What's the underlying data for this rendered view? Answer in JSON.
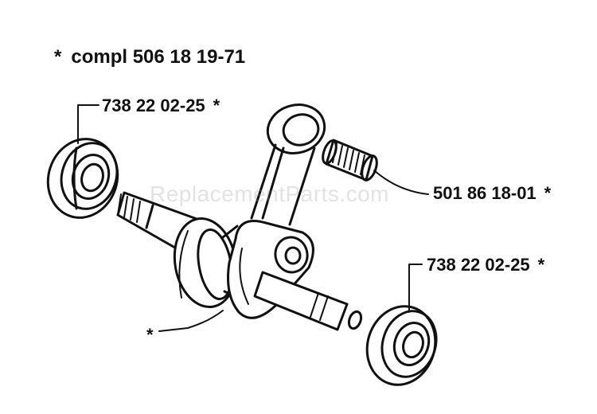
{
  "assembly": {
    "asterisk": "*",
    "title": "compl 506 18 19-71"
  },
  "callouts": {
    "bearing_left": {
      "part_number": "738 22 02-25",
      "marker": "*"
    },
    "needle_bearing": {
      "part_number": "501 86 18-01",
      "marker": "*"
    },
    "bearing_right": {
      "part_number": "738 22 02-25",
      "marker": "*"
    },
    "crankshaft": {
      "marker": "*"
    }
  },
  "watermark": "ReplacementParts.com",
  "colors": {
    "ink": "#111111",
    "paper": "#ffffff"
  }
}
